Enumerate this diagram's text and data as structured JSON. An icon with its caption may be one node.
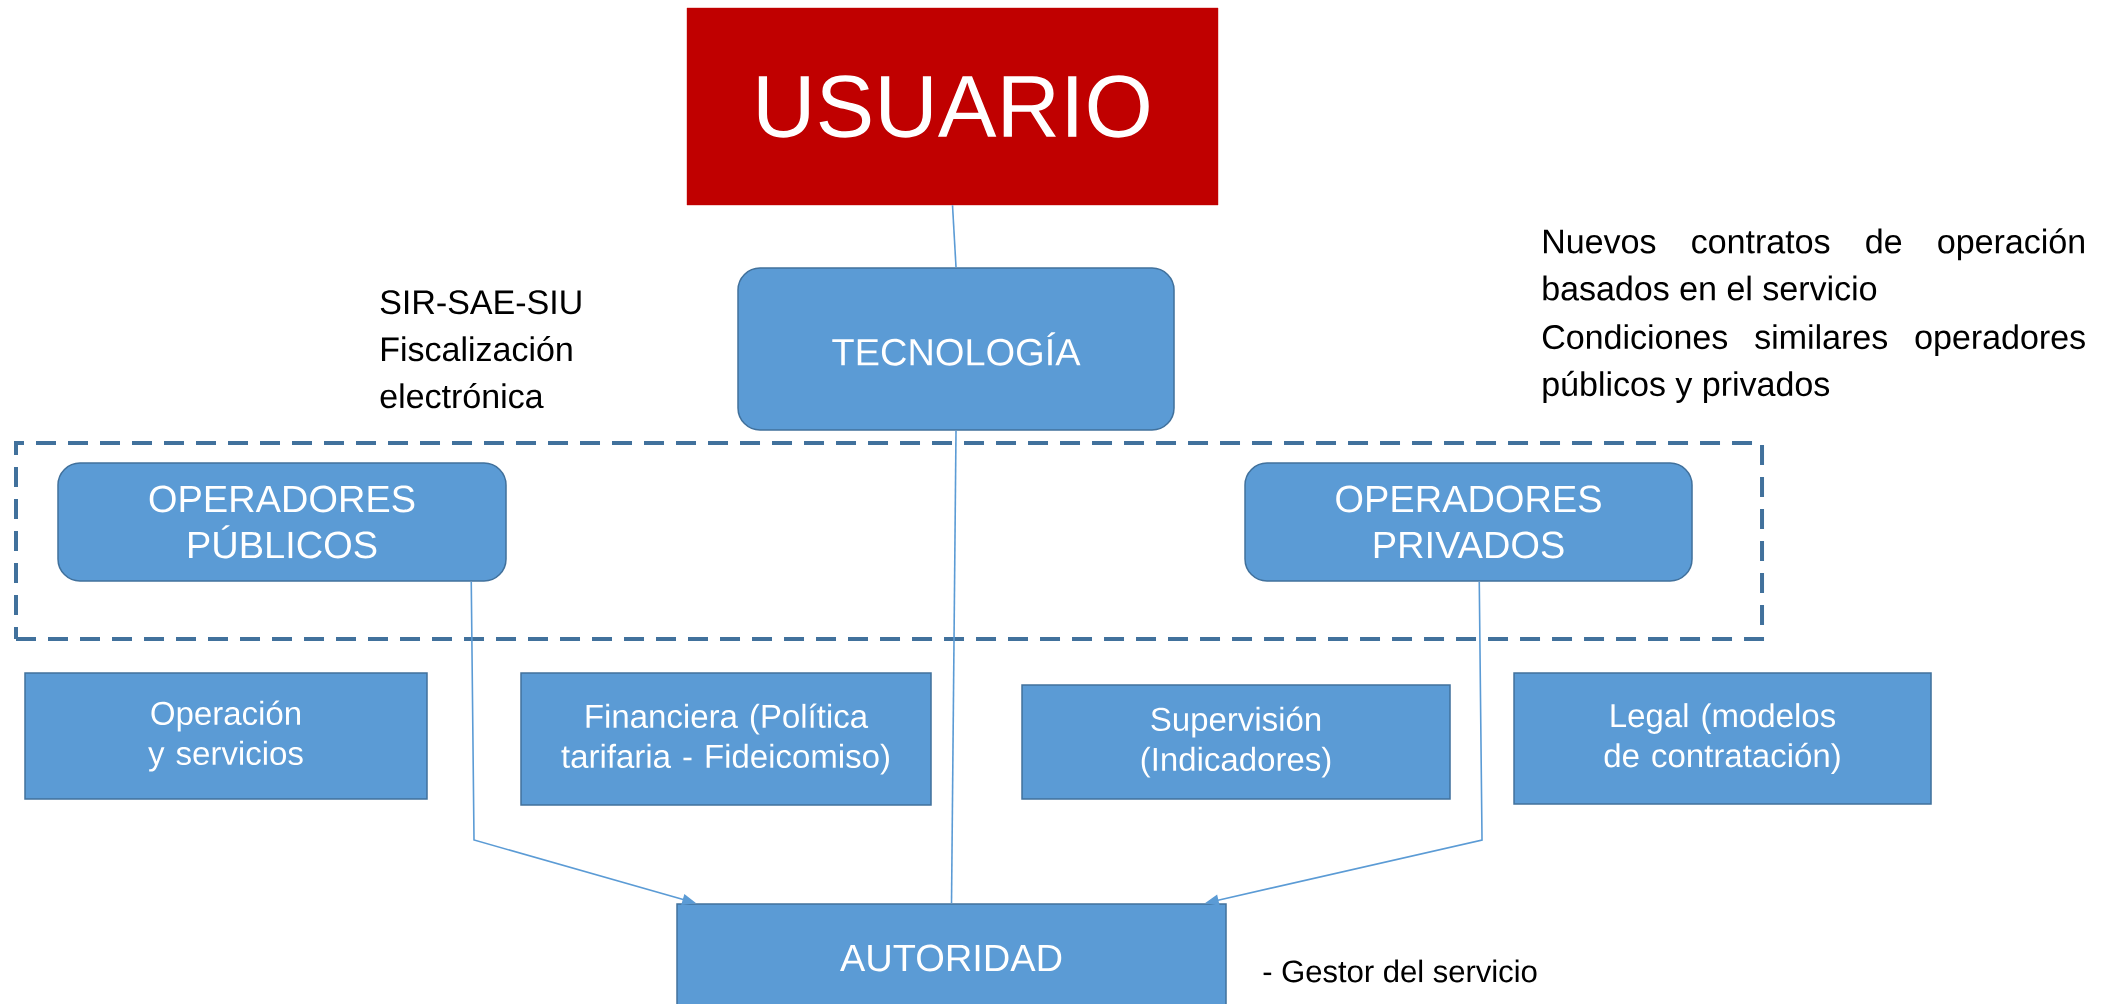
{
  "diagram": {
    "nodes": [
      {
        "text": [
          "USUARIO"
        ]
      },
      {
        "text": [
          "TECNOLOGÍA"
        ]
      },
      {
        "text": [],
        "shape": "box"
      },
      {
        "text": [
          "OPERADORES PÚBLICOS"
        ],
        "in": 2
      },
      {
        "text": [
          "OPERADORES PRIVADOS"
        ],
        "in": 2
      },
      {
        "text": [
          "Operación y servicios"
        ]
      },
      {
        "text": [
          "Financiera (Política tarifaria - Fideicomiso)"
        ]
      },
      {
        "text": [
          "Supervisión (Indicadores)"
        ]
      },
      {
        "text": [
          "Legal (modelos de contratación)"
        ]
      },
      {
        "text": [
          "AUTORIDAD"
        ],
        "beside": [
          "- Gestor del servicio"
        ]
      }
    ],
    "edges": [
      {
        "from": 0,
        "to": 1,
        "arrow": "none"
      },
      {
        "from": 1,
        "to": 9,
        "arrow": "none"
      },
      {
        "from": 3,
        "to": 9,
        "arrow": "to"
      },
      {
        "from": 4,
        "to": 9,
        "arrow": "to"
      }
    ],
    "labels": [
      "SIR-SAE-SIU Fiscalización electrónica",
      "Nuevos contratos de operación basados en el servicio",
      "Condiciones similares operadores públicos y privados"
    ]
  }
}
